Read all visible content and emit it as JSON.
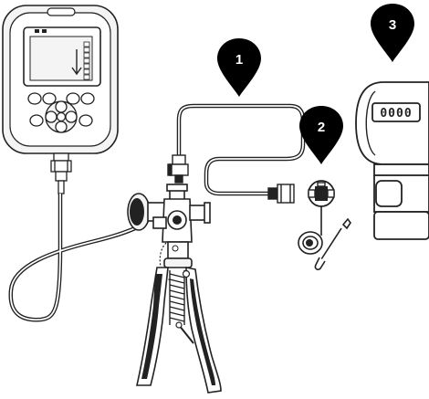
{
  "callouts": [
    {
      "number": "1",
      "label": "hose"
    },
    {
      "number": "2",
      "label": "adapter-and-seal-kit"
    },
    {
      "number": "3",
      "label": "pressure-transmitter"
    }
  ],
  "transmitter_display": "0000",
  "calibrator_screen_icon": "down-arrow-icon",
  "colors": {
    "line": "#222222",
    "marker": "#000000",
    "background": "#ffffff",
    "light_fill": "#f4f4f4"
  }
}
